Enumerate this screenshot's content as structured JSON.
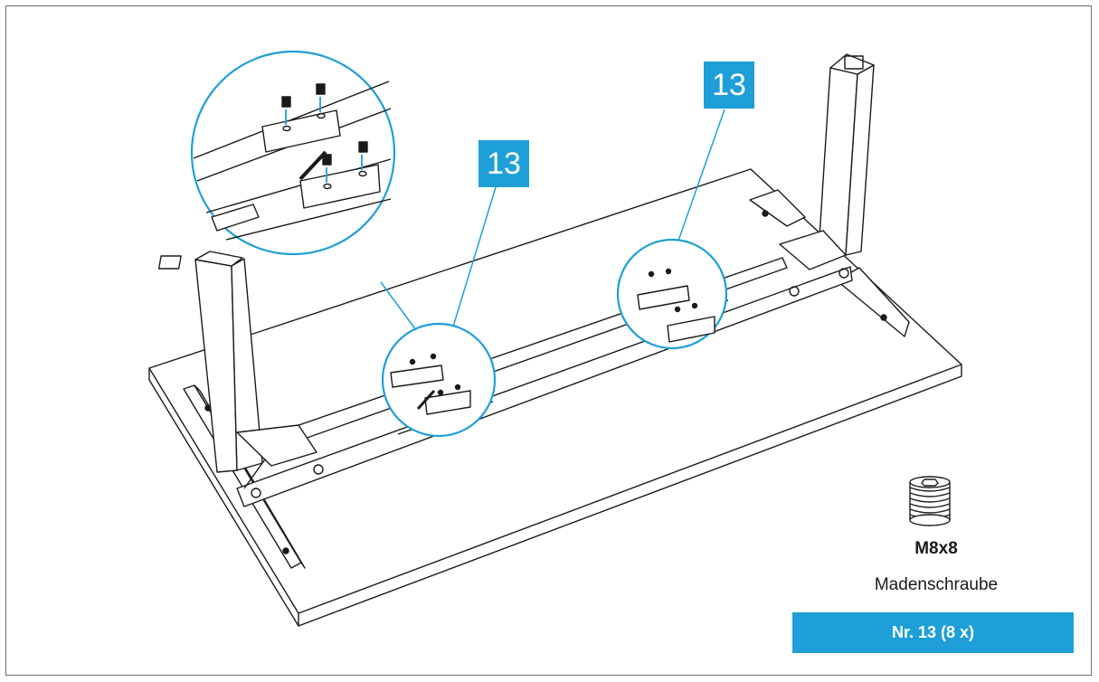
{
  "callouts": {
    "left_step": "13",
    "right_step": "13"
  },
  "part": {
    "code": "M8x8",
    "name": "Madenschraube",
    "badge": "Nr. 13 (8 x)",
    "icon": "set-screw-icon"
  },
  "colors": {
    "accent": "#1e9fd8",
    "line": "#1a1a1a",
    "frame": "#6f6f6f"
  }
}
